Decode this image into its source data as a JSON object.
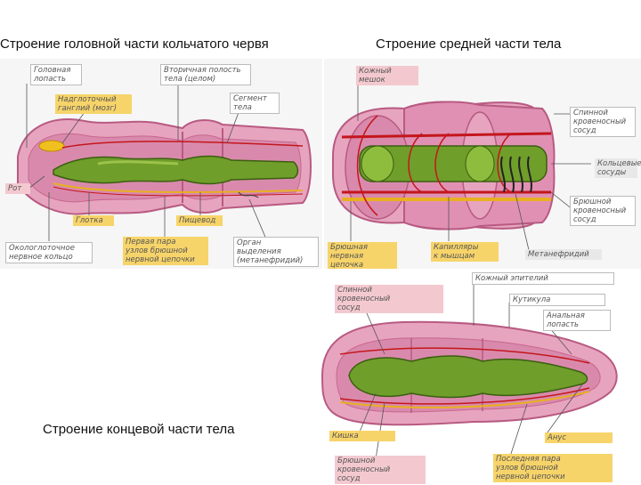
{
  "headings": {
    "head": "Строение головной части кольчатого червя",
    "middle": "Строение средней части тела",
    "tail": "Строение концевой части тела"
  },
  "head_labels": {
    "prostomium": "Головная\nлопасть",
    "supra_ganglion": "Надглоточный\nганглий (мозг)",
    "coelom": "Вторичная полость\nтела (целом)",
    "segment": "Сегмент\nтела",
    "mouth": "Рот",
    "pharynx": "Глотка",
    "esophagus": "Пищевод",
    "nerve_ring": "Окологлоточное\nнервное кольцо",
    "ganglia_pair": "Первая пара\nузлов брюшной\nнервной цепочки",
    "excretory": "Орган\nвыделения\n(метанефридий)"
  },
  "middle_labels": {
    "skin_muscle": "Кожный мешок",
    "dorsal_vessel": "Спинной\nкровеносный\nсосуд",
    "ring_vessels": "Кольцевые\nсосуды",
    "ventral_vessel": "Брюшной\nкровеносный\nсосуд",
    "nerve_cord": "Брюшная\nнервная цепочка",
    "capillaries": "Капилляры\nк мышцам",
    "metanephridium": "Метанефридий"
  },
  "tail_labels": {
    "epithelium": "Кожный эпителий",
    "dorsal_vessel": "Спинной\nкровеносный\nсосуд",
    "cuticle": "Кутикула",
    "anal_lobe": "Анальная\nлопасть",
    "intestine": "Кишка",
    "anus": "Анус",
    "ventral_vessel": "Брюшной\nкровеносный\nсосуд",
    "last_ganglia": "Последняя пара\nузлов брюшной\nнервной цепочки"
  },
  "colors": {
    "body_pink": "#e7a4bf",
    "body_edge": "#c7668f",
    "gut_green": "#5e8f1f",
    "gut_dark": "#3b5e10",
    "vessel_red": "#c4161c",
    "nerve_yellow": "#e8b020",
    "label_yellow": "#f7d46a",
    "label_pink": "#f3c9cf"
  }
}
